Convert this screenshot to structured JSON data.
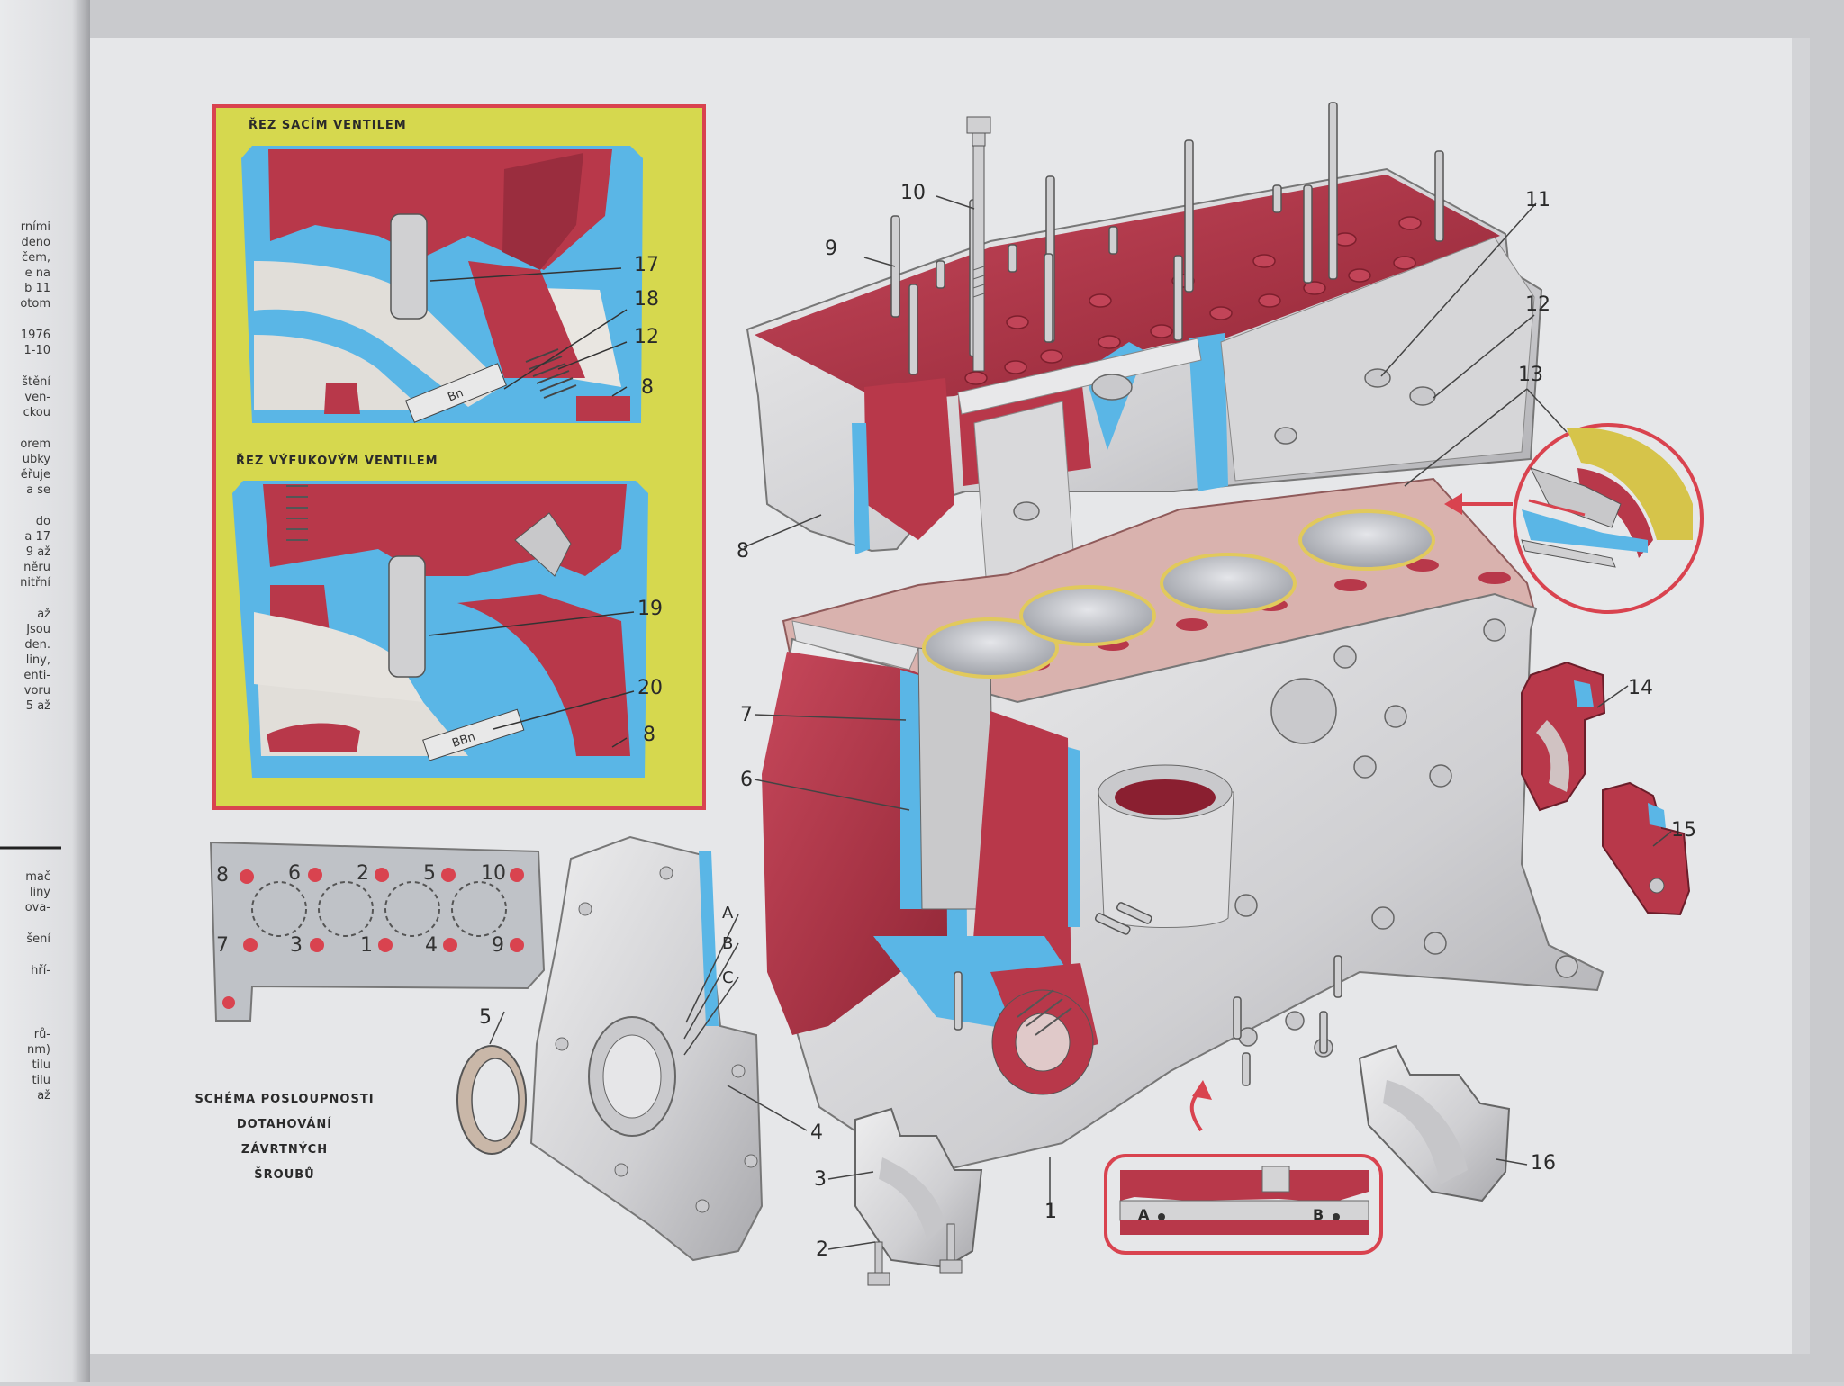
{
  "book_spine_text": [
    "rními",
    "deno",
    "čem,",
    "e na",
    "b 11",
    "otom",
    "1976",
    "1-10",
    "štění",
    "ven-",
    "ckou",
    "orem",
    "ubky",
    "ěřuje",
    "a se",
    "do",
    "a 17",
    "9 až",
    "něru",
    "nitřní",
    "až",
    "Jsou",
    "den.",
    "liny,",
    "enti-",
    "voru",
    "5 až",
    "mač",
    "liny",
    "ova-",
    "šení",
    "hří-",
    "rů-",
    "nm)",
    "tilu",
    "tilu",
    "až"
  ],
  "inset_titles": {
    "intake": "ŘEZ SACÍM VENTILEM",
    "exhaust": "ŘEZ VÝFUKOVÝM VENTILEM"
  },
  "inset_labels": {
    "intake": [
      "17",
      "18",
      "12",
      "8"
    ],
    "exhaust": [
      "19",
      "20",
      "8"
    ]
  },
  "part_labels": [
    "1",
    "2",
    "3",
    "4",
    "5",
    "6",
    "7",
    "8",
    "9",
    "10",
    "11",
    "12",
    "13",
    "14",
    "15",
    "16"
  ],
  "cover_markers": [
    "A",
    "B",
    "C"
  ],
  "detail_markers": [
    "A",
    "B"
  ],
  "bolt_sequence": {
    "top_row": [
      "8",
      "6",
      "2",
      "5",
      "10"
    ],
    "bottom_row": [
      "7",
      "3",
      "1",
      "4",
      "9"
    ]
  },
  "schema_caption": [
    "SCHÉMA POSLOUPNOSTI",
    "DOTAHOVÁNÍ ZÁVRTNÝCH",
    "ŠROUBŮ"
  ],
  "colors": {
    "page": "#e6e7e9",
    "metal_red": "#b8384a",
    "water_blue": "#5ab6e6",
    "inset_yellow": "#d6d84e",
    "frame_red": "#d9434f",
    "metal_grey": "#d4d4d6"
  }
}
